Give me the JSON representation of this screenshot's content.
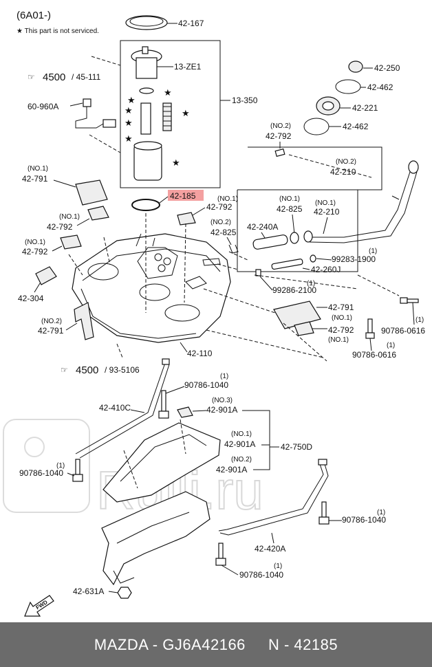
{
  "header": {
    "section": "(6A01-)",
    "note": "★ This part is not serviced."
  },
  "refs": {
    "ref1_num": "4500",
    "ref1_sub": "/ 45-111",
    "ref2_num": "4500",
    "ref2_sub": "/ 93-5106"
  },
  "parts": {
    "p42_167": "42-167",
    "p13_ze1": "13-ZE1",
    "p13_350": "13-350",
    "p60_960a": "60-960A",
    "p42_250": "42-250",
    "p42_462a": "42-462",
    "p42_221": "42-221",
    "p42_462b": "42-462",
    "p42_792_no2_top_q": "(NO.2)",
    "p42_792_no2_top": "42-792",
    "p42_210_no2_q": "(NO.2)",
    "p42_210_no2": "42-210",
    "p42_791_no1_q": "(NO.1)",
    "p42_791_no1": "42-791",
    "p42_185": "42-185",
    "p42_792_no1_r_q": "(NO.1)",
    "p42_792_no1_r": "42-792",
    "p42_825_no1_q": "(NO.1)",
    "p42_825_no1": "42-825",
    "p42_210_no1_q": "(NO.1)",
    "p42_210_no1": "42-210",
    "p42_792_no1_l_q": "(NO.1)",
    "p42_792_no1_l": "42-792",
    "p42_825_no2_q": "(NO.2)",
    "p42_825_no2": "42-825",
    "p42_240a": "42-240A",
    "p42_792_no1_ll_q": "(NO.1)",
    "p42_792_no1_ll": "42-792",
    "p99283_q": "(1)",
    "p99283": "99283-1900",
    "p42_260j": "42-260J",
    "p42_304": "42-304",
    "p99286_q": "(1)",
    "p99286": "99286-2100",
    "p42_791_r": "42-791",
    "p42_791_r_q": "(NO.1)",
    "p42_791_no2_q": "(NO.2)",
    "p42_791_no2": "42-791",
    "p90786_0616a_q": "(1)",
    "p90786_0616a": "90786-0616",
    "p42_792_r2": "42-792",
    "p42_792_r2_q": "(NO.1)",
    "p42_110": "42-110",
    "p90786_0616b_q": "(1)",
    "p90786_0616b": "90786-0616",
    "p90786_1040a_q": "(1)",
    "p90786_1040a": "90786-1040",
    "p42_410c": "42-410C",
    "p42_901a_no3_q": "(NO.3)",
    "p42_901a_no3": "42-901A",
    "p42_901a_no1_q": "(NO.1)",
    "p42_901a_no1": "42-901A",
    "p42_750d": "42-750D",
    "p90786_1040b_q": "(1)",
    "p90786_1040b": "90786-1040",
    "p42_901a_no2_q": "(NO.2)",
    "p42_901a_no2": "42-901A",
    "p90786_1040c_q": "(1)",
    "p90786_1040c": "90786-1040",
    "p42_420a": "42-420A",
    "p90786_1040d_q": "(1)",
    "p90786_1040d": "90786-1040",
    "p42_631a": "42-631A",
    "fwd": "FWD"
  },
  "watermark": "Rulli.ru",
  "footer": {
    "brand": "MAZDA - GJ6A42166",
    "number": "N - 42185"
  },
  "colors": {
    "highlight": "#f4a0a0",
    "footer_bg": "#6b6b6b"
  }
}
